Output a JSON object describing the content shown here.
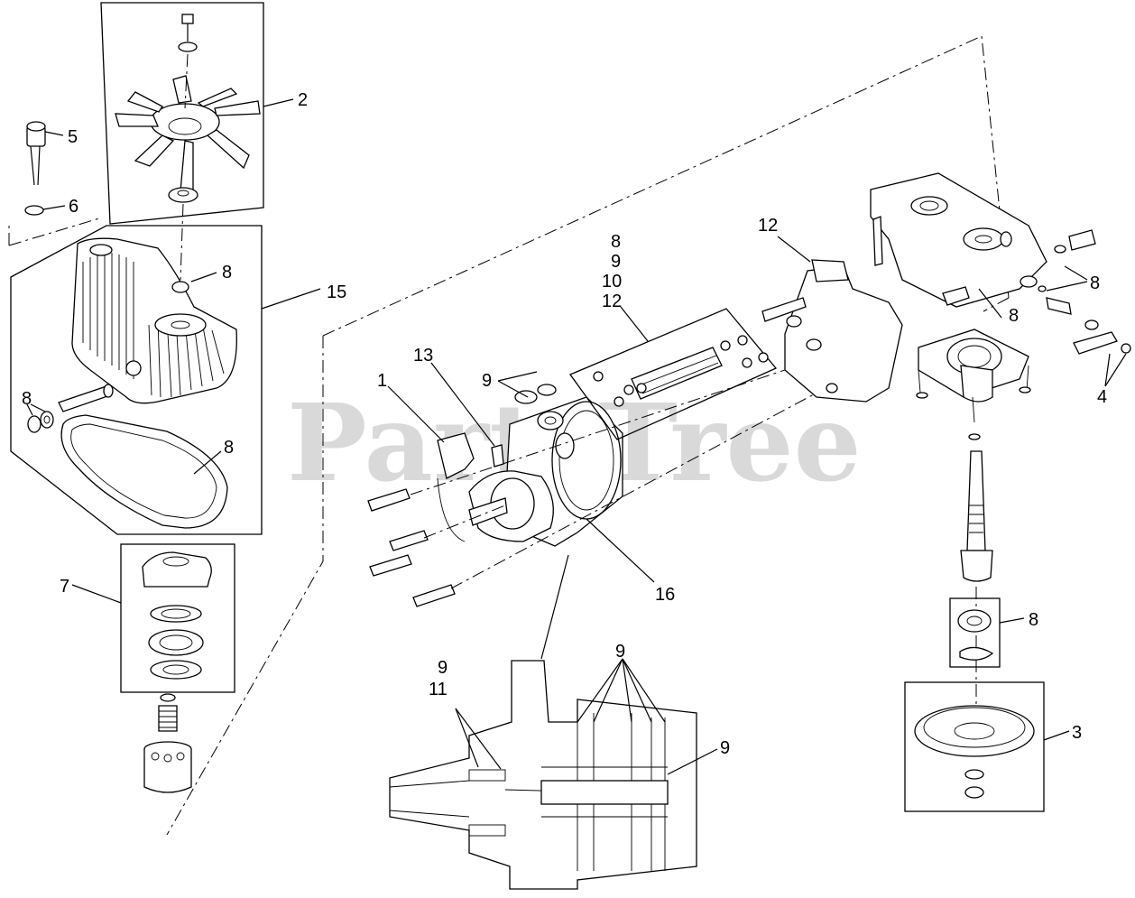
{
  "watermark": "PartsTree",
  "callouts": [
    {
      "id": "c2",
      "text": "2"
    },
    {
      "id": "c5",
      "text": "5"
    },
    {
      "id": "c6",
      "text": "6"
    },
    {
      "id": "c8a",
      "text": "8"
    },
    {
      "id": "c15",
      "text": "15"
    },
    {
      "id": "c8b",
      "text": "8"
    },
    {
      "id": "c8c",
      "text": "8"
    },
    {
      "id": "c7",
      "text": "7"
    },
    {
      "id": "c13",
      "text": "13"
    },
    {
      "id": "c1",
      "text": "1"
    },
    {
      "id": "c9a",
      "text": "9"
    },
    {
      "id": "c8d",
      "text": "8"
    },
    {
      "id": "c9b",
      "text": "9"
    },
    {
      "id": "c10",
      "text": "10"
    },
    {
      "id": "c12a",
      "text": "12"
    },
    {
      "id": "c12b",
      "text": "12"
    },
    {
      "id": "c16",
      "text": "16"
    },
    {
      "id": "c8e",
      "text": "8"
    },
    {
      "id": "c8f",
      "text": "8"
    },
    {
      "id": "c4",
      "text": "4"
    },
    {
      "id": "c8g",
      "text": "8"
    },
    {
      "id": "c3",
      "text": "3"
    },
    {
      "id": "c9c",
      "text": "9"
    },
    {
      "id": "c11",
      "text": "11"
    },
    {
      "id": "c9d",
      "text": "9"
    },
    {
      "id": "c9e",
      "text": "9"
    }
  ]
}
